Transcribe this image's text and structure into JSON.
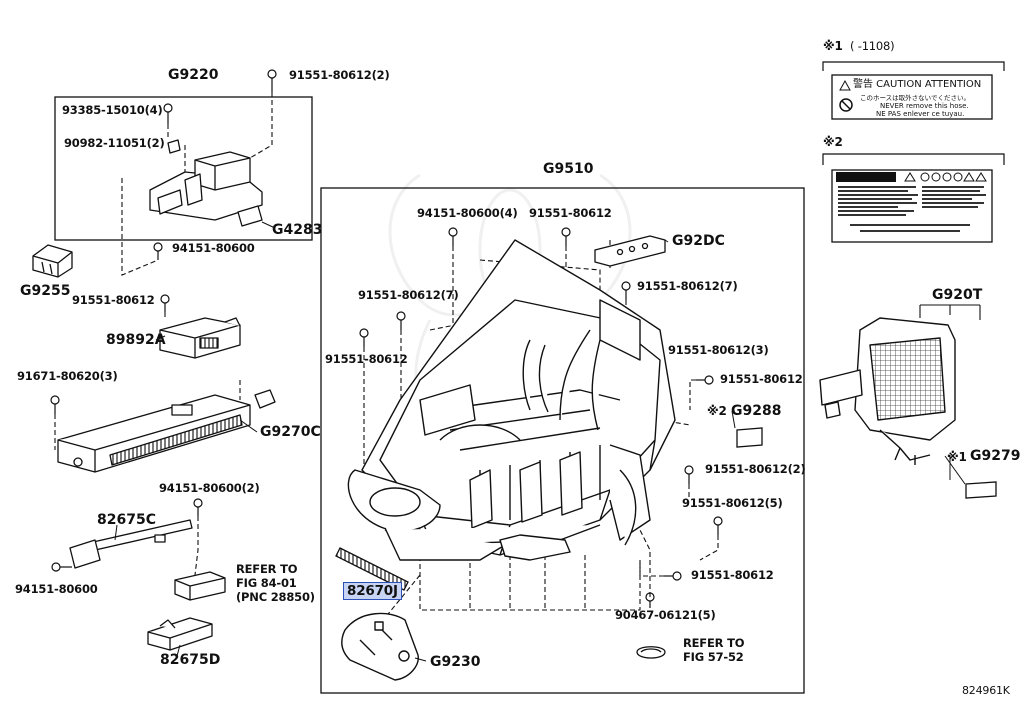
{
  "groups": {
    "g9220": "G9220",
    "g9510": "G9510",
    "g920t": "G920T"
  },
  "parts": {
    "p93385": "93385-15010(4)",
    "p90982": "90982-11051(2)",
    "p91551_top": "91551-80612(2)",
    "g4283": "G4283",
    "p94151_80600_a": "94151-80600",
    "g9255": "G9255",
    "p91551_b": "91551-80612",
    "p89892a": "89892A",
    "p91671": "91671-80620(3)",
    "g9270c": "G9270C",
    "p94151_80600_2": "94151-80600(2)",
    "p82675c": "82675C",
    "p94151_80600_b": "94151-80600",
    "p82675d": "82675D",
    "p94151_80600_4": "94151-80600(4)",
    "p91551_c": "91551-80612",
    "g92dc": "G92DC",
    "p91551_7a": "91551-80612(7)",
    "p91551_7b": "91551-80612(7)",
    "p91551_d": "91551-80612",
    "p91551_3": "91551-80612(3)",
    "p91551_e": "91551-80612",
    "g9288": "G9288",
    "p91551_2b": "91551-80612(2)",
    "p91551_5": "91551-80612(5)",
    "p91551_f": "91551-80612",
    "p82670j": "82670J",
    "p90467": "90467-06121(5)",
    "g9230": "G9230",
    "g9279": "G9279"
  },
  "refs": {
    "fig8401_l1": "REFER TO",
    "fig8401_l2": "FIG 84-01",
    "fig8401_l3": "(PNC 28850)",
    "fig5752_l1": "REFER TO",
    "fig5752_l2": "FIG 57-52"
  },
  "notes": {
    "n1_mark": "※1",
    "n1_range": "(      -1108)",
    "n2_mark": "※2",
    "g9288_mark": "※2",
    "g9279_mark": "※1",
    "caution_title": "警告 CAUTION ATTENTION",
    "caution_l1": "このホースは取外さないでください。",
    "caution_l2": "NEVER remove this hose.",
    "caution_l3": "NE PAS enlever ce tuyau."
  },
  "catalog_id": "824961K",
  "colors": {
    "highlight_fill": "#c8d4f4",
    "highlight_border": "#2d4fb8",
    "line": "#111111"
  }
}
